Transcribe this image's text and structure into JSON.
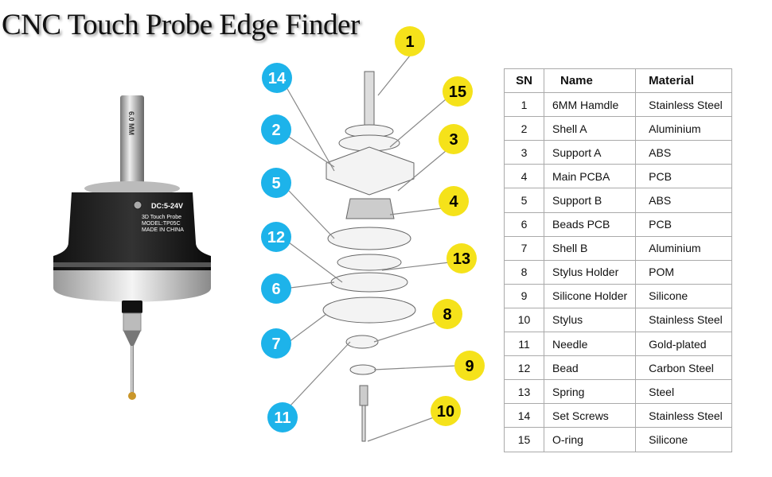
{
  "title": "CNC Touch Probe Edge Finder",
  "product": {
    "shank_marking": "6.0 MM",
    "voltage": "DC:5-24V",
    "label_lines": [
      "3D Touch Probe",
      "MODEL:TP05C",
      "MADE IN CHINA"
    ]
  },
  "callouts": {
    "colors": {
      "left": "#1db3ea",
      "right": "#f5e21a"
    },
    "left": [
      "14",
      "2",
      "5",
      "12",
      "6",
      "7",
      "11"
    ],
    "right": [
      "1",
      "15",
      "3",
      "4",
      "13",
      "8",
      "9",
      "10"
    ]
  },
  "table": {
    "headers": {
      "sn": "SN",
      "name": "Name",
      "material": "Material"
    },
    "rows": [
      {
        "sn": "1",
        "name": "6MM Hamdle",
        "material": "Stainless Steel"
      },
      {
        "sn": "2",
        "name": "Shell A",
        "material": "Aluminium"
      },
      {
        "sn": "3",
        "name": "Support A",
        "material": "ABS"
      },
      {
        "sn": "4",
        "name": "Main PCBA",
        "material": "PCB"
      },
      {
        "sn": "5",
        "name": "Support B",
        "material": "ABS"
      },
      {
        "sn": "6",
        "name": "Beads PCB",
        "material": "PCB"
      },
      {
        "sn": "7",
        "name": "Shell B",
        "material": "Aluminium"
      },
      {
        "sn": "8",
        "name": "Stylus Holder",
        "material": "POM"
      },
      {
        "sn": "9",
        "name": "Silicone Holder",
        "material": "Silicone"
      },
      {
        "sn": "10",
        "name": "Stylus",
        "material": "Stainless Steel"
      },
      {
        "sn": "11",
        "name": "Needle",
        "material": "Gold-plated"
      },
      {
        "sn": "12",
        "name": "Bead",
        "material": "Carbon Steel"
      },
      {
        "sn": "13",
        "name": "Spring",
        "material": "Steel"
      },
      {
        "sn": "14",
        "name": "Set Screws",
        "material": "Stainless Steel"
      },
      {
        "sn": "15",
        "name": "O-ring",
        "material": "Silicone"
      }
    ]
  }
}
